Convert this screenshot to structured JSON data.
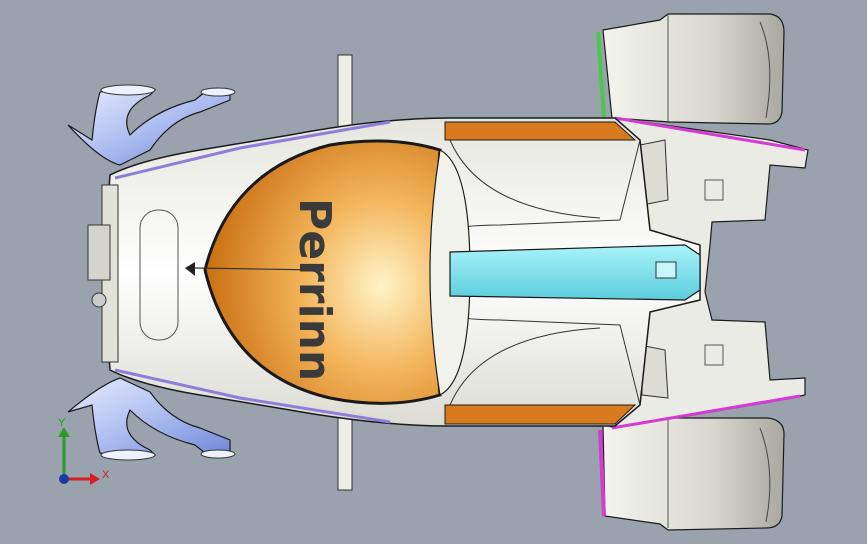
{
  "viewport": {
    "background": "#9aa3ad",
    "model_logo": "Perrinn"
  },
  "triad": {
    "x_label": "X",
    "y_label": "Y",
    "x_color": "#d42020",
    "y_color": "#2a9a2a",
    "z_color": "#1a3aa8"
  },
  "colors": {
    "bodywork": "#f1f1ec",
    "cockpit": "#f0a035",
    "fuel_tank": "#7fe6f2",
    "ducts": "#b8c8f2",
    "trim": "#d33bd3",
    "wing_rim": "#49c84a",
    "edges": "#1a1a1a"
  }
}
